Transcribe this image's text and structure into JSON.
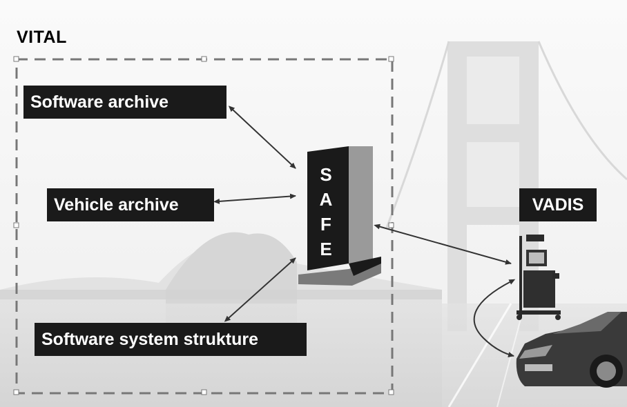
{
  "title": "VITAL",
  "labels": {
    "software_archive": "Software archive",
    "vehicle_archive": "Vehicle archive",
    "software_system_structure": "Software system strukture",
    "vadis": "VADIS"
  },
  "safe_letters": [
    "S",
    "A",
    "F",
    "E"
  ],
  "colors": {
    "label_bg": "#1a1a1a",
    "label_text": "#ffffff",
    "frame": "#777777",
    "arrow": "#333333",
    "background_tint": "#e6e6e6"
  },
  "icons": {
    "server": "safe-server-icon",
    "workstation": "vadis-workstation-icon",
    "car": "car-icon",
    "bridge": "bridge-background"
  }
}
